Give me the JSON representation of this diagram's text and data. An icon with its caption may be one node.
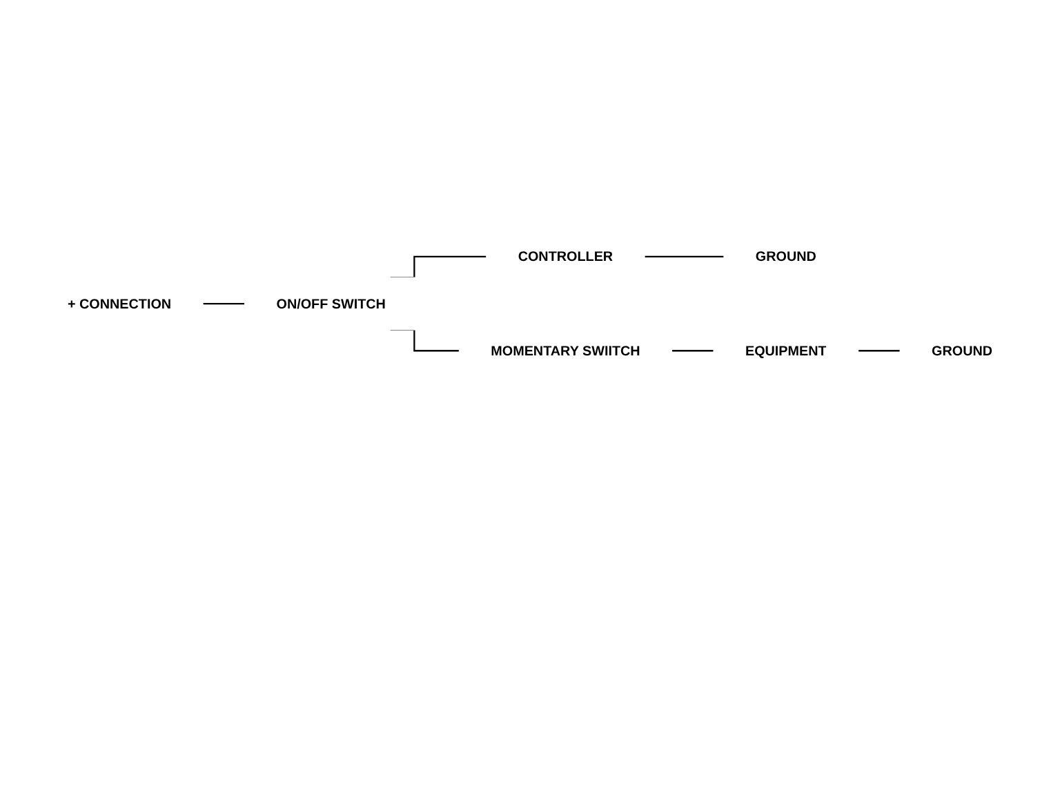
{
  "diagram": {
    "nodes": [
      {
        "text": [
          "+ CONNECTION"
        ]
      },
      {
        "text": [
          "ON/OFF SWITCH"
        ]
      },
      {
        "text": [
          "CONTROLLER"
        ]
      },
      {
        "text": [
          "GROUND"
        ]
      },
      {
        "text": [
          "MOMENTARY SWIITCH"
        ]
      },
      {
        "text": [
          "EQUIPMENT"
        ]
      },
      {
        "text": [
          "GROUND"
        ]
      }
    ],
    "edges": [
      {
        "from": 0,
        "to": 1,
        "arrow": "none"
      },
      {
        "from": 1,
        "to": 2,
        "arrow": "none"
      },
      {
        "from": 2,
        "to": 3,
        "arrow": "none"
      },
      {
        "from": 1,
        "to": 4,
        "arrow": "none"
      },
      {
        "from": 4,
        "to": 5,
        "arrow": "none"
      },
      {
        "from": 5,
        "to": 6,
        "arrow": "none"
      }
    ]
  }
}
